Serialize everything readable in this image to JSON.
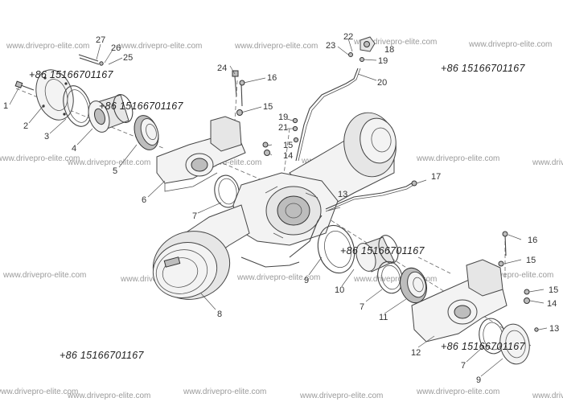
{
  "watermark": "www.drivepro-elite.com",
  "phone": "+86 15166701167",
  "parts": {
    "p1": "1",
    "p2": "2",
    "p3": "3",
    "p4": "4",
    "p5": "5",
    "p6": "6",
    "p7a": "7",
    "p7b": "7",
    "p7c": "7",
    "p8": "8",
    "p9a": "9",
    "p9b": "9",
    "p10": "10",
    "p11": "11",
    "p12": "12",
    "p13a": "13",
    "p13b": "13",
    "p14a": "14",
    "p14b": "14",
    "p15a": "15",
    "p15b": "15",
    "p15c": "15",
    "p15d": "15",
    "p16a": "16",
    "p16b": "16",
    "p17": "17",
    "p18": "18",
    "p19a": "19",
    "p19b": "19",
    "p20": "20",
    "p21": "21",
    "p22": "22",
    "p23": "23",
    "p24": "24",
    "p25": "25",
    "p26": "26",
    "p27": "27"
  }
}
